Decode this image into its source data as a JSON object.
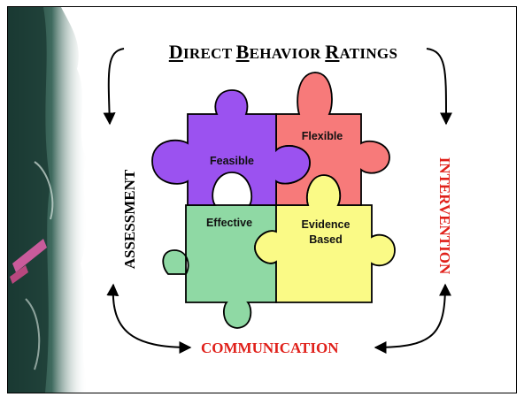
{
  "title": {
    "first": "D",
    "first_rest": "IRECT ",
    "second": "B",
    "second_rest": "EHAVIOR ",
    "third": "R",
    "third_rest": "ATINGS"
  },
  "left_label": "ASSESSMENT",
  "right_label": "INTERVENTION",
  "bottom_label": "COMMUNICATION",
  "pieces": {
    "feasible": {
      "label": "Feasible",
      "color": "#9b52f0"
    },
    "flexible": {
      "label": "Flexible",
      "color": "#f77a7a"
    },
    "effective": {
      "label": "Effective",
      "color": "#8fd9a4"
    },
    "evidence": {
      "label_line1": "Evidence",
      "label_line2": "Based",
      "color": "#fafa86"
    }
  }
}
